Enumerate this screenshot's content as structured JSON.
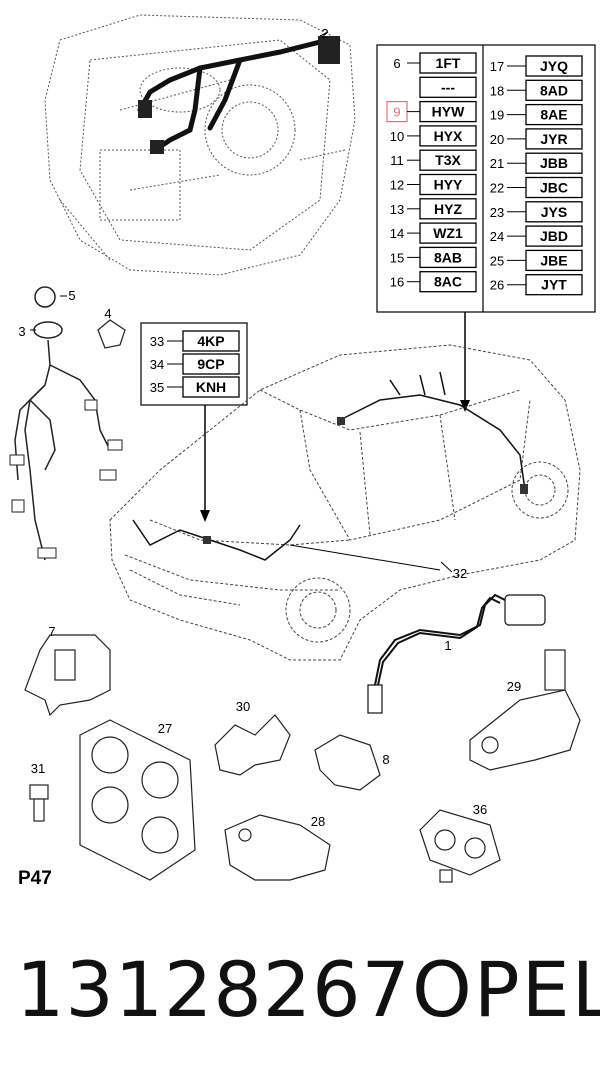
{
  "page_code": "P47",
  "footer": {
    "part_number": "13128267",
    "brand": "OPEL"
  },
  "callouts": [
    "1",
    "2",
    "3",
    "4",
    "5",
    "6",
    "7",
    "8",
    "9",
    "10",
    "11",
    "12",
    "13",
    "14",
    "15",
    "16",
    "17",
    "18",
    "19",
    "20",
    "21",
    "22",
    "23",
    "24",
    "25",
    "26",
    "27",
    "28",
    "29",
    "30",
    "31",
    "32",
    "33",
    "34",
    "35",
    "36"
  ],
  "codes_left": [
    {
      "num": "6",
      "code": "1FT"
    },
    {
      "num": "",
      "code": "---"
    },
    {
      "num": "9",
      "code": "HYW",
      "highlighted": true
    },
    {
      "num": "10",
      "code": "HYX"
    },
    {
      "num": "11",
      "code": "T3X"
    },
    {
      "num": "12",
      "code": "HYY"
    },
    {
      "num": "13",
      "code": "HYZ"
    },
    {
      "num": "14",
      "code": "WZ1"
    },
    {
      "num": "15",
      "code": "8AB"
    },
    {
      "num": "16",
      "code": "8AC"
    }
  ],
  "codes_right": [
    {
      "num": "17",
      "code": "JYQ"
    },
    {
      "num": "18",
      "code": "8AD"
    },
    {
      "num": "19",
      "code": "8AE"
    },
    {
      "num": "20",
      "code": "JYR"
    },
    {
      "num": "21",
      "code": "JBB"
    },
    {
      "num": "22",
      "code": "JBC"
    },
    {
      "num": "23",
      "code": "JYS"
    },
    {
      "num": "24",
      "code": "JBD"
    },
    {
      "num": "25",
      "code": "JBE"
    },
    {
      "num": "26",
      "code": "JYT"
    }
  ],
  "codes_small": [
    {
      "num": "33",
      "code": "4KP"
    },
    {
      "num": "34",
      "code": "9CP"
    },
    {
      "num": "35",
      "code": "KNH"
    }
  ],
  "colors": {
    "line": "#222222",
    "highlight": "#e07080"
  }
}
